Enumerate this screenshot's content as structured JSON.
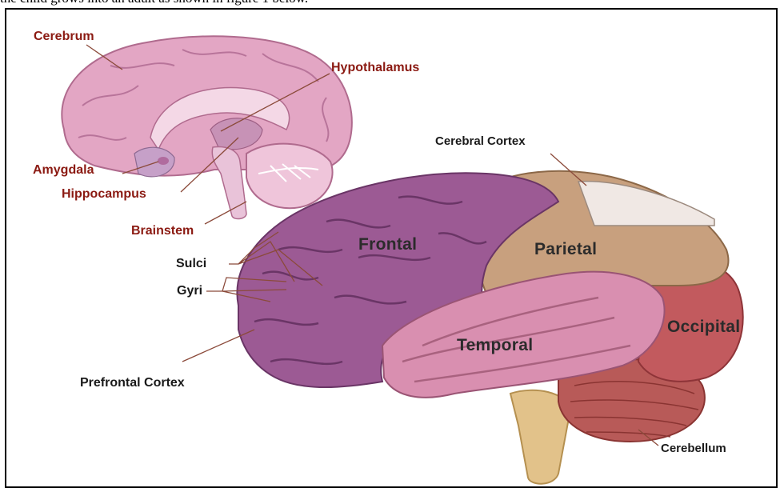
{
  "caption": "the child grows into an adult as shown in figure 1 below.",
  "diagram": {
    "labels": {
      "cerebrum": "Cerebrum",
      "hypothalamus": "Hypothalamus",
      "amygdala": "Amygdala",
      "hippocampus": "Hippocampus",
      "brainstem": "Brainstem",
      "cerebral_cortex": "Cerebral Cortex",
      "sulci": "Sulci",
      "gyri": "Gyri",
      "prefrontal_cortex": "Prefrontal Cortex",
      "frontal": "Frontal",
      "parietal": "Parietal",
      "occipital": "Occipital",
      "temporal": "Temporal",
      "cerebellum": "Cerebellum"
    },
    "colors": {
      "label_red": "#8b1a12",
      "frontal_lobe": "#9c5a94",
      "parietal_lobe": "#c8a07e",
      "temporal_lobe": "#d98fb0",
      "occipital_lobe": "#c25a5e",
      "cerebellum": "#b85a58",
      "brainstem": "#e2c28a",
      "sagittal_brain": "#e3a6c4"
    }
  }
}
